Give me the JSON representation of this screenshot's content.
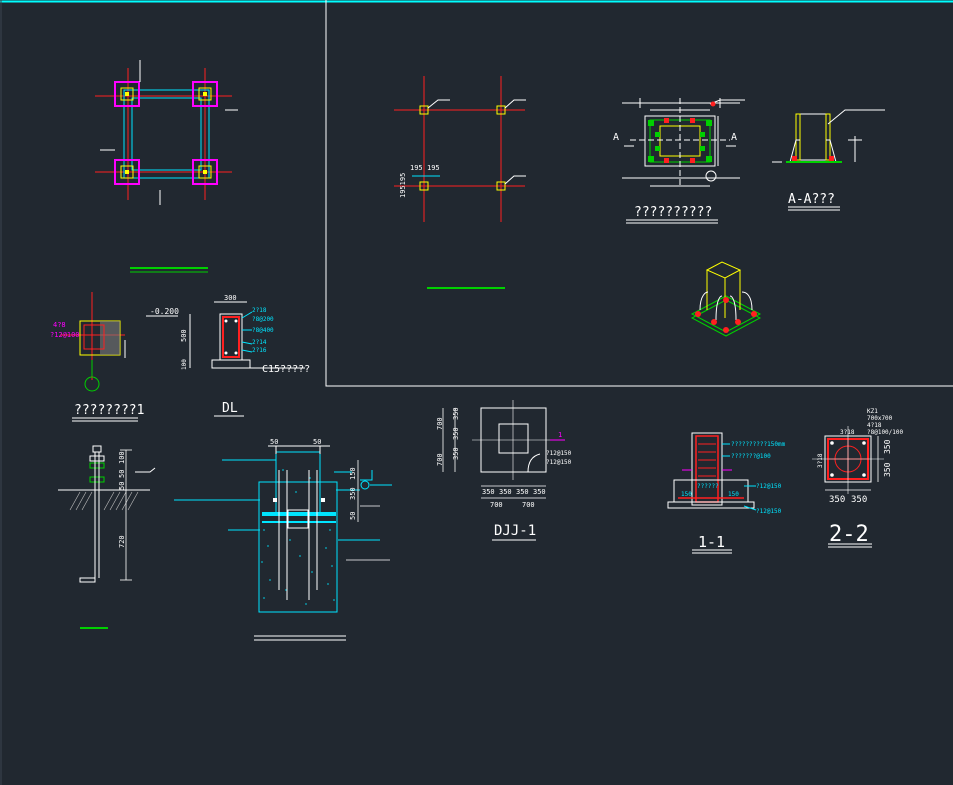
{
  "colors": {
    "background": "#212830",
    "frame": "#ffffff",
    "top_border": "#00ffff",
    "red": "#ff2020",
    "cyan": "#00e5ff",
    "green": "#00d000",
    "yellow": "#ffff00",
    "magenta": "#ff00ff",
    "white": "#ffffff",
    "grey": "#c0c0c0"
  },
  "labels": {
    "plan_title": "??????????",
    "section_aa": "A-A???",
    "section_a_left": "A",
    "section_a_right": "A",
    "detail_1_title": "????????1",
    "dl_title": "DL",
    "djj_title": "DJJ-1",
    "section_11": "1-1",
    "section_22": "2-2",
    "dl_c15": "C15?????",
    "dl_elev": "-0.200"
  },
  "dims": {
    "d300": "300",
    "d500": "500",
    "d100": "100",
    "d195a": "195",
    "d195b": "195",
    "d195195": "195195",
    "d50a": "50",
    "d50b": "50",
    "d50c": "50",
    "d100b": "100",
    "d720": "720",
    "d350a": "350",
    "d350b": "350",
    "d350c": "350",
    "d350d": "350",
    "d700a": "700",
    "d700b": "700",
    "d700c": "700",
    "d700d": "700",
    "d350e": "350",
    "d350f": "350",
    "d350g": "350",
    "d350h": "350",
    "d350i": "350",
    "d350j": "350",
    "d150": "150",
    "d150b": "150",
    "d350v1": "350",
    "d350v2": "350",
    "d150v": "150",
    "d50v": "50"
  },
  "notes": {
    "rebar_4f8": "4?8",
    "rebar_f12_100": "?12@100",
    "dl_2f18": "2?18",
    "dl_f8_200": "?8@200",
    "dl_f8_400": "?8@400",
    "dl_2f14": "2?14",
    "dl_2f16": "2?16",
    "djj_f12_150a": "?12@150",
    "djj_f12_150b": "?12@150",
    "djj_mark": "1",
    "s11_top": "??????????150mm",
    "s11_mid": "???????@100",
    "s11_r1": "?12@150",
    "s11_r2": "?12@150",
    "s11_small": "??????",
    "s22_kz": "KZ1",
    "s22_a": "700x700",
    "s22_b": "4?18",
    "s22_c": "?8@100/100",
    "s22_d": "3?18",
    "s22_e": "3?18"
  }
}
